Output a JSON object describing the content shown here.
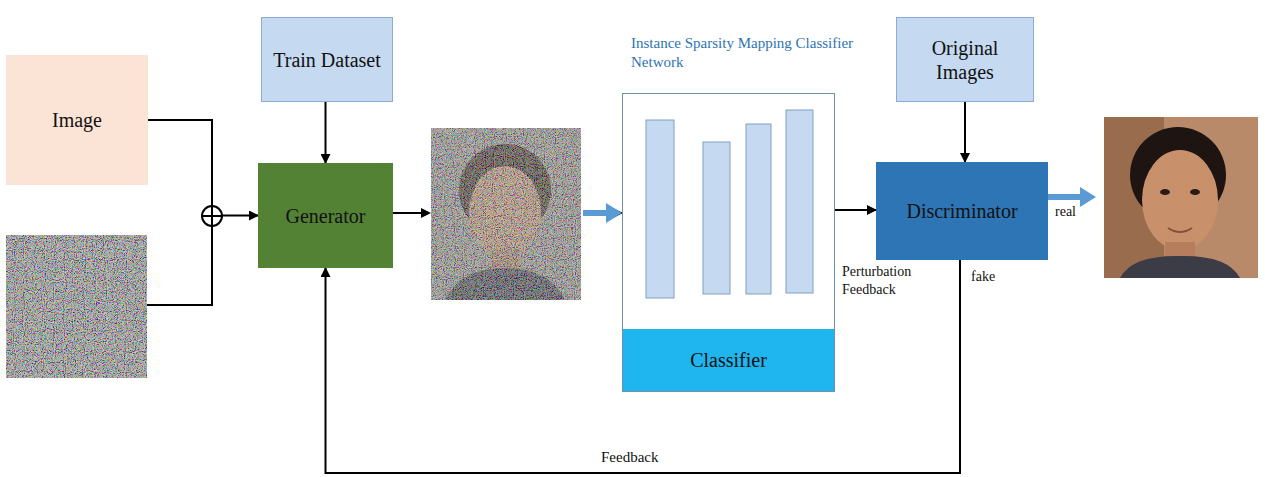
{
  "diagram": {
    "nodes": [
      {
        "text": [
          "Image"
        ]
      },
      {
        "text": [
          "Train Dataset"
        ]
      },
      {
        "text": [
          "Generator"
        ]
      },
      {
        "text": [
          "Instance Sparsity Mapping Classifier Network"
        ]
      },
      {
        "text": [
          "Classifier"
        ],
        "in": 3
      },
      {
        "text": [
          "Original Images"
        ]
      },
      {
        "text": [
          "Discriminator"
        ]
      }
    ],
    "edges": [
      {
        "from": 0,
        "to": 2,
        "arrow": "to"
      },
      {
        "from": 1,
        "to": 2,
        "arrow": "to"
      },
      {
        "from": 2,
        "to": 3,
        "arrow": "to"
      },
      {
        "from": 3,
        "to": 6,
        "arrow": "to",
        "label": "Perturbation Feedback"
      },
      {
        "from": 5,
        "to": 6,
        "arrow": "to"
      },
      {
        "from": 6,
        "to": 2,
        "arrow": "to",
        "label": "Feedback"
      }
    ],
    "labels": [
      "real",
      "fake"
    ]
  }
}
